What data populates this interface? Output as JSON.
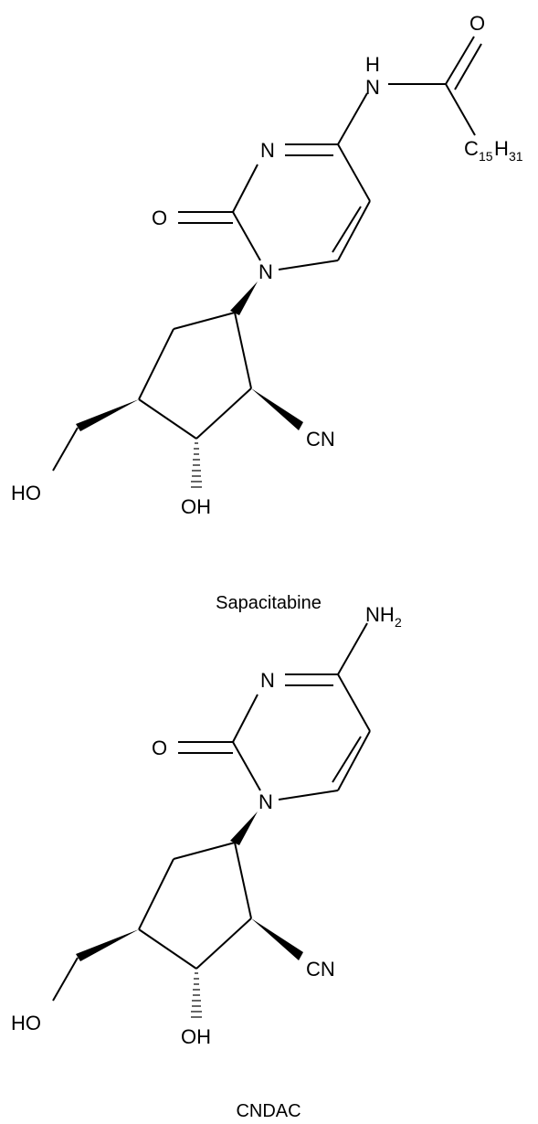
{
  "molecules": [
    {
      "name": "Sapacitabine",
      "atoms": {
        "n3": "N",
        "n1": "N",
        "o2": "O",
        "amide_n": "N",
        "amide_h": "H",
        "amide_o": "O",
        "chain_c": "C",
        "chain_c_sub": "15",
        "chain_h": "H",
        "chain_h_sub": "31",
        "cn": "CN",
        "oh": "OH",
        "ho": "HO"
      }
    },
    {
      "name": "CNDAC",
      "atoms": {
        "n3": "N",
        "n1": "N",
        "o2": "O",
        "nh2": "NH",
        "nh2_sub": "2",
        "cn": "CN",
        "oh": "OH",
        "ho": "HO"
      }
    }
  ]
}
